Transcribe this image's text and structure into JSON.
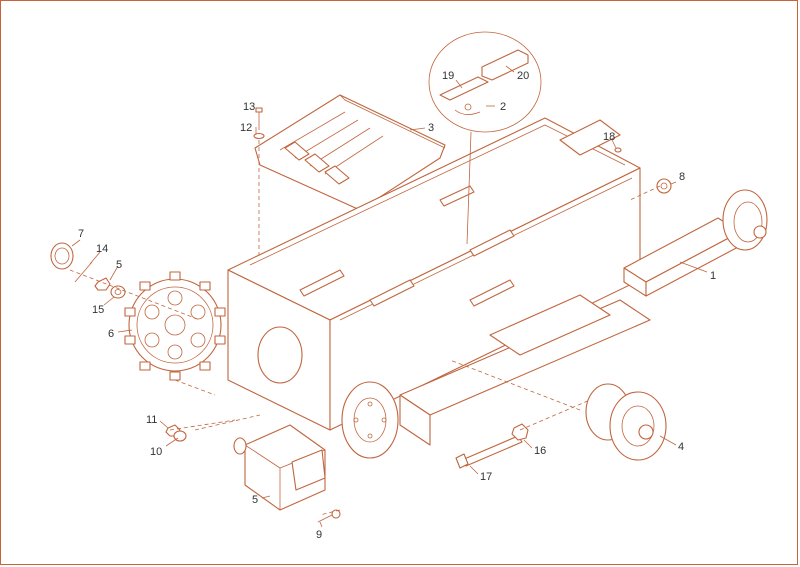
{
  "labels": [
    {
      "id": "1",
      "text": "1"
    },
    {
      "id": "2",
      "text": "2"
    },
    {
      "id": "3",
      "text": "3"
    },
    {
      "id": "4",
      "text": "4"
    },
    {
      "id": "5a",
      "text": "5"
    },
    {
      "id": "5b",
      "text": "5"
    },
    {
      "id": "6",
      "text": "6"
    },
    {
      "id": "7",
      "text": "7"
    },
    {
      "id": "8",
      "text": "8"
    },
    {
      "id": "9",
      "text": "9"
    },
    {
      "id": "10",
      "text": "10"
    },
    {
      "id": "11",
      "text": "11"
    },
    {
      "id": "12",
      "text": "12"
    },
    {
      "id": "13",
      "text": "13"
    },
    {
      "id": "14",
      "text": "14"
    },
    {
      "id": "15",
      "text": "15"
    },
    {
      "id": "16",
      "text": "16"
    },
    {
      "id": "17",
      "text": "17"
    },
    {
      "id": "18",
      "text": "18"
    },
    {
      "id": "19",
      "text": "19"
    },
    {
      "id": "20",
      "text": "20"
    }
  ],
  "colors": {
    "line": "#c0663e",
    "text": "#333333",
    "border": "#c8643c"
  }
}
